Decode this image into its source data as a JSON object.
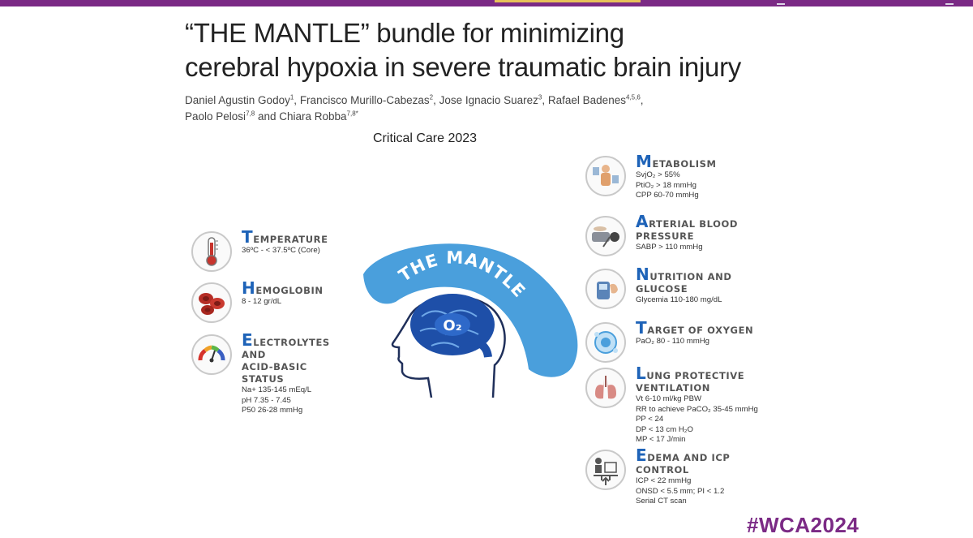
{
  "title_line1": "“THE MANTLE” bundle for minimizing",
  "title_line2": "cerebral hypoxia in severe traumatic brain injury",
  "authors": [
    {
      "name": "Daniel Agustin Godoy",
      "sup": "1",
      "sep": ", "
    },
    {
      "name": "Francisco Murillo-Cabezas",
      "sup": "2",
      "sep": ", "
    },
    {
      "name": "Jose Ignacio Suarez",
      "sup": "3",
      "sep": ", "
    },
    {
      "name": "Rafael Badenes",
      "sup": "4,5,6",
      "sep": ","
    },
    {
      "name": "Paolo Pelosi",
      "sup": "7,8",
      "sep": " and "
    },
    {
      "name": "Chiara Robba",
      "sup": "7,8*",
      "sep": ""
    }
  ],
  "journal": "Critical Care 2023",
  "diagram": {
    "mantle_label": "THE MANTLE",
    "o2_label": "O₂"
  },
  "left_items": [
    {
      "initial": "T",
      "rest": "EMPERATURE",
      "sub": "",
      "details": [
        "36ºC - < 37.5ºC (Core)"
      ],
      "icon": "thermometer-icon"
    },
    {
      "initial": "H",
      "rest": "EMOGLOBIN",
      "sub": "",
      "details": [
        "8 - 12 gr/dL"
      ],
      "icon": "red-blood-cells-icon"
    },
    {
      "initial": "E",
      "rest": "LECTROLYTES",
      "sub": "AND\nACID-BASIC\nSTATUS",
      "details": [
        "Na+ 135-145 mEq/L",
        "pH 7.35 - 7.45",
        "P50 26-28 mmHg"
      ],
      "icon": "ph-gauge-icon"
    }
  ],
  "right_items": [
    {
      "initial": "M",
      "rest": "ETABOLISM",
      "sub": "",
      "details": [
        "SvjO₂ > 55%",
        "PtiO₂ > 18 mmHg",
        "CPP 60-70 mmHg"
      ],
      "icon": "metabolism-monitor-icon"
    },
    {
      "initial": "A",
      "rest": "RTERIAL BLOOD",
      "sub": "PRESSURE",
      "details": [
        "SABP > 110 mmHg"
      ],
      "icon": "blood-pressure-cuff-icon"
    },
    {
      "initial": "N",
      "rest": "UTRITION AND",
      "sub": "GLUCOSE",
      "details": [
        "Glycemia 110-180 mg/dL"
      ],
      "icon": "glucose-meter-icon"
    },
    {
      "initial": "T",
      "rest": "ARGET OF OXYGEN",
      "sub": "",
      "details": [
        "PaO₂ 80 - 110 mmHg"
      ],
      "icon": "oxygen-bubble-icon"
    },
    {
      "initial": "L",
      "rest": "UNG PROTECTIVE",
      "sub": "VENTILATION",
      "details": [
        "Vt 6-10 ml/kg PBW",
        "RR to achieve PaCO₂ 35-45 mmHg",
        "PP < 24",
        "DP < 13 cm H₂O",
        "MP < 17 J/min"
      ],
      "icon": "lungs-icon"
    },
    {
      "initial": "E",
      "rest": "DEMA AND ICP",
      "sub": "CONTROL",
      "details": [
        "ICP < 22 mmHg",
        "ONSD < 5.5 mm; PI < 1.2",
        "Serial CT scan"
      ],
      "icon": "patient-bed-icon"
    }
  ],
  "hashtag": "#WCA2024",
  "colors": {
    "accent_blue": "#1e63b8",
    "mantle_blue": "#4a9fdc",
    "brand_purple": "#7b2a85"
  }
}
